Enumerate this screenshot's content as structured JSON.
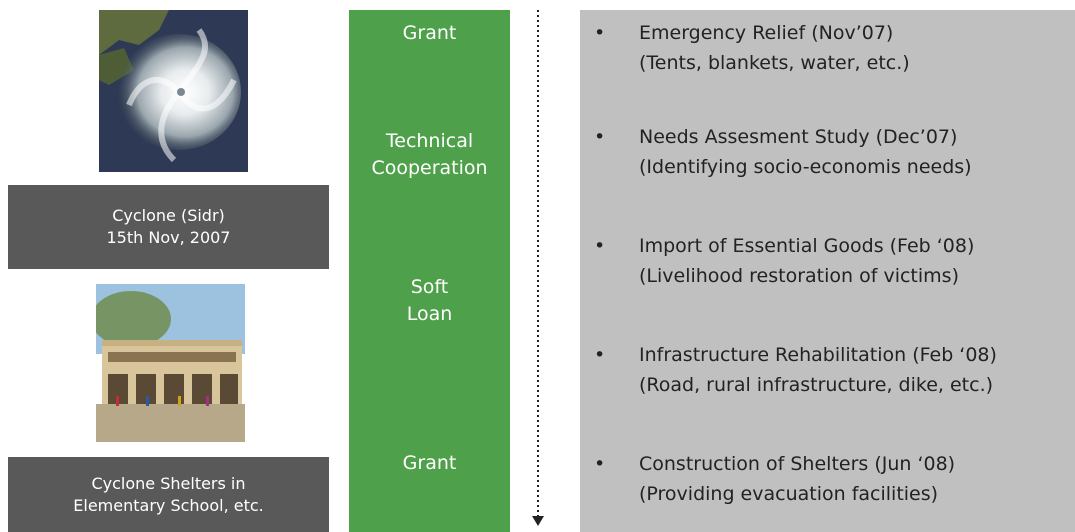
{
  "cyclone_caption": {
    "line1": "Cyclone (Sidr)",
    "line2": "15th Nov, 2007"
  },
  "school_caption": {
    "line1": "Cyclone Shelters in",
    "line2": "Elementary School, etc."
  },
  "assistance_types": [
    {
      "line1": "Grant",
      "line2": ""
    },
    {
      "line1": "Technical",
      "line2": "Cooperation"
    },
    {
      "line1": "Soft",
      "line2": "Loan"
    },
    {
      "line1": "Grant",
      "line2": ""
    }
  ],
  "activities": [
    {
      "bullet": "•",
      "title": "Emergency Relief (Nov’07)",
      "detail": "(Tents, blankets, water, etc.)"
    },
    {
      "bullet": "•",
      "title": "Needs Assesment Study (Dec’07)",
      "detail": "(Identifying socio-economis needs)"
    },
    {
      "bullet": "•",
      "title": "Import of Essential Goods (Feb ‘08)",
      "detail": "(Livelihood restoration of victims)"
    },
    {
      "bullet": "•",
      "title": "Infrastructure Rehabilitation (Feb ‘08)",
      "detail": "(Road, rural infrastructure, dike, etc.)"
    },
    {
      "bullet": "•",
      "title": "Construction of Shelters (Jun ‘08)",
      "detail": "(Providing evacuation facilities)"
    }
  ],
  "colors": {
    "assistance_column": "#4fa04a",
    "activities_panel": "#c0c0c0",
    "caption_box": "#595959"
  }
}
